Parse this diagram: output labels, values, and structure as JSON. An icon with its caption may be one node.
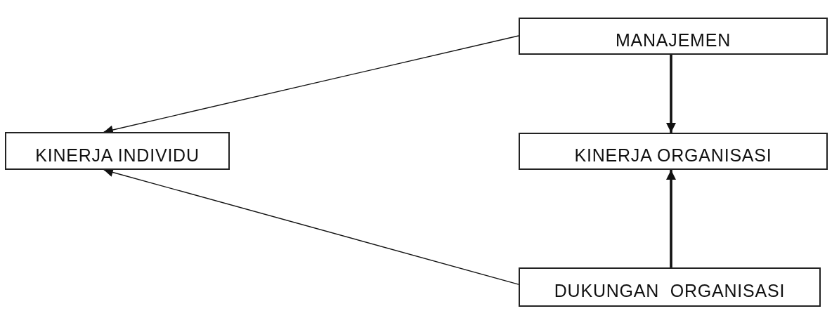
{
  "diagram": {
    "nodes": [
      {
        "text": [
          "MANAJEMEN"
        ]
      },
      {
        "text": [
          "KINERJA INDIVIDU"
        ]
      },
      {
        "text": [
          "KINERJA ORGANISASI"
        ]
      },
      {
        "text": [
          "DUKUNGAN  ORGANISASI"
        ]
      }
    ],
    "edges": [
      {
        "from": 0,
        "to": 1,
        "arrow": "to"
      },
      {
        "from": 0,
        "to": 2,
        "arrow": "to",
        "style": "thick"
      },
      {
        "from": 3,
        "to": 2,
        "arrow": "to",
        "style": "thick"
      },
      {
        "from": 3,
        "to": 1,
        "arrow": "to"
      }
    ]
  }
}
